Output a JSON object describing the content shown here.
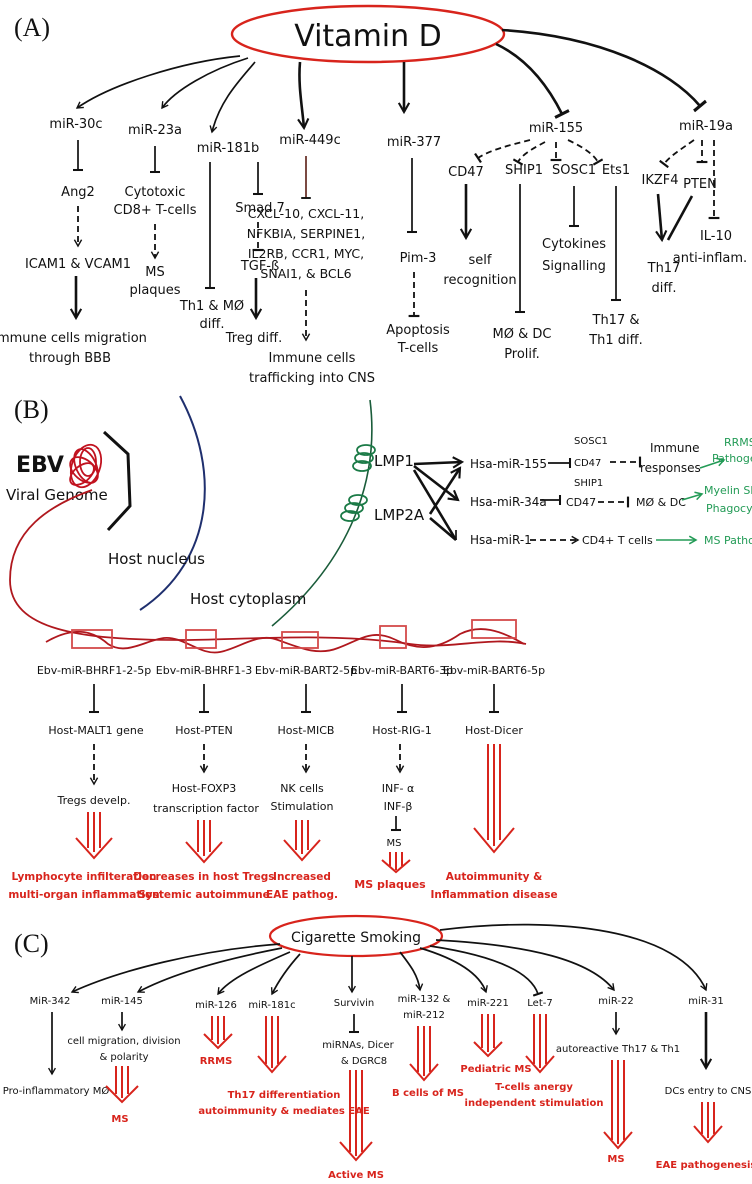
{
  "panel_a": {
    "label": "(A)",
    "title": "Vitamin D",
    "mir30c": "miR-30c",
    "ang2": "Ang2",
    "icam": "ICAM1 & VCAM1",
    "imm1": "Immune cells migration",
    "imm2": "through BBB",
    "mir23a": "miR-23a",
    "cyt1": "Cytotoxic",
    "cyt2": "CD8+ T-cells",
    "ms1": "MS",
    "ms2": "plaques",
    "mir181b": "miR-181b",
    "th1a": "Th1 & MØ",
    "th1b": "diff.",
    "smad7": "Smad 7",
    "tgf": "TGF-ß",
    "treg": "Treg diff.",
    "mir449c": "miR-449c",
    "cx1": "CXCL-10, CXCL-11,",
    "cx2": "NFKBIA, SERPINE1,",
    "cx3": "IL2RB, CCR1, MYC,",
    "cx4": "SNAI1, & BCL6",
    "tr1": "Immune cells",
    "tr2": "trafficking into CNS",
    "mir377": "miR-377",
    "pim3": "Pim-3",
    "apo1": "Apoptosis",
    "apo2": "T-cells",
    "mir155": "miR-155",
    "cd47": "CD47",
    "self1": "self",
    "self2": "recognition",
    "ship1": "SHIP1",
    "mo1": "MØ & DC",
    "mo2": "Prolif.",
    "sosc1": "SOSC1",
    "cyk1": "Cytokines",
    "cyk2": "Signalling",
    "ets1": "Ets1",
    "th17a": "Th17 &",
    "th17b": "Th1 diff.",
    "mir19a": "miR-19a",
    "ikzf4": "IKZF4",
    "pten": "PTEN",
    "th17c": "Th17",
    "th17d": "diff.",
    "il10": "IL-10",
    "anti": "anti-inflam."
  },
  "panel_b": {
    "label": "(B)",
    "ebv": "EBV",
    "viral": "Viral Genome",
    "nucleus": "Host nucleus",
    "cytoplasm": "Host cytoplasm",
    "lmp1": "LMP1",
    "lmp2a": "LMP2A",
    "hsa155": "Hsa-miR-155",
    "hsa34a": "Hsa-miR-34a",
    "hsa1": "Hsa-miR-1",
    "s1": "SOSC1",
    "s2": "CD47",
    "s3": "SHIP1",
    "imm_a": "Immune",
    "imm_b": "responses",
    "cd47b": "CD47",
    "modc": "MØ & DC",
    "cd4": "CD4+ T cells",
    "rrms1": "RRMS",
    "rrms2": "Pathogen.",
    "mye1": "Myelin Sheath",
    "mye2": "Phagocytosis",
    "mspath": "MS Pathogen.",
    "e1": "Ebv-miR-BHRF1-2-5p",
    "e2": "Ebv-miR-BHRF1-3",
    "e3": "Ebv-miR-BART2-5p",
    "e4": "Ebv-miR-BART6-3p",
    "e5": "Ebv-miR-BART6-5p",
    "malt1": "Host-MALT1 gene",
    "tregs": "Tregs develp.",
    "hpten": "Host-PTEN",
    "foxp1": "Host-FOXP3",
    "foxp2": "transcription factor",
    "micb": "Host-MICB",
    "nk1": "NK cells",
    "nk2": "Stimulation",
    "rig": "Host-RIG-1",
    "infa": "INF- α",
    "infb": "INF-β",
    "msb": "MS",
    "dicer": "Host-Dicer",
    "r1a": "Lymphocyte infilteration",
    "r1b": "multi-organ inflammation",
    "r2a": "Decreases in host Tregs",
    "r2b": "Systemic autoimmune",
    "r3a": "Increased",
    "r3b": "EAE pathog.",
    "r4": "MS plaques",
    "r5a": "Autoimmunity &",
    "r5b": "Inflammation disease"
  },
  "panel_c": {
    "label": "(C)",
    "title": "Cigarette Smoking",
    "m342": "MiR-342",
    "pro": "Pro-inflammatory MØ",
    "m145": "miR-145",
    "cell1": "cell migration, division",
    "cell2": "& polarity",
    "ms_a": "MS",
    "m126": "miR-126",
    "rrms": "RRMS",
    "m181c": "miR-181c",
    "th17x": "Th17 differentiation",
    "autox": "autoimmunity & mediates EAE",
    "surv": "Survivin",
    "mirn1": "miRNAs, Dicer",
    "mirn2": "& DGRC8",
    "active": "Active MS",
    "m132a": "miR-132 &",
    "m132b": "miR-212",
    "bcell": "B cells of MS",
    "m221": "miR-221",
    "ped": "Pediatric MS",
    "let7": "Let-7",
    "tc1": "T-cells anergy",
    "tc2": "independent stimulation",
    "m22": "miR-22",
    "auto": "autoreactive Th17 & Th1",
    "ms_b": "MS",
    "m31": "miR-31",
    "dcs": "DCs entry to CNS",
    "eae": "EAE pathogenesis"
  }
}
